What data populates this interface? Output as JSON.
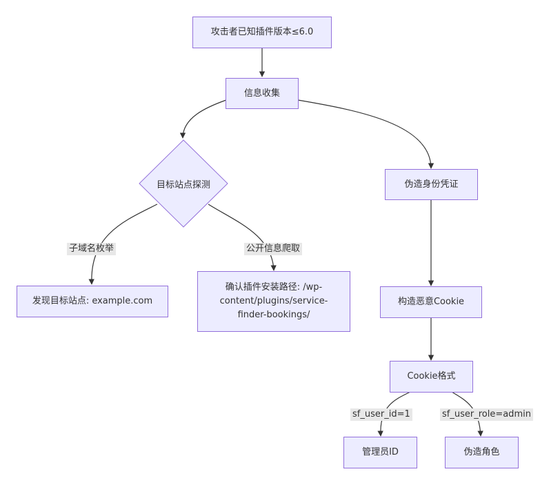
{
  "nodes": {
    "start": "攻击者已知插件版本≤6.0",
    "info_gather": "信息收集",
    "target_probe": "目标站点探测",
    "forge_identity": "伪造身份凭证",
    "found_target": "发现目标站点: example.com",
    "confirm_path": "确认插件安装路径: /wp-content/plugins/service-finder-bookings/",
    "build_cookie": "构造恶意Cookie",
    "cookie_format": "Cookie格式",
    "admin_id": "管理员ID",
    "forge_role": "伪造角色"
  },
  "edges": {
    "subdomain_enum": "子域名枚举",
    "public_crawl": "公开信息爬取",
    "user_id": "sf_user_id=1",
    "user_role": "sf_user_role=admin"
  },
  "colors": {
    "node_fill": "#ECECFF",
    "node_stroke": "#9370DB",
    "edge": "#333333",
    "label_bg": "#e8e8e8"
  }
}
